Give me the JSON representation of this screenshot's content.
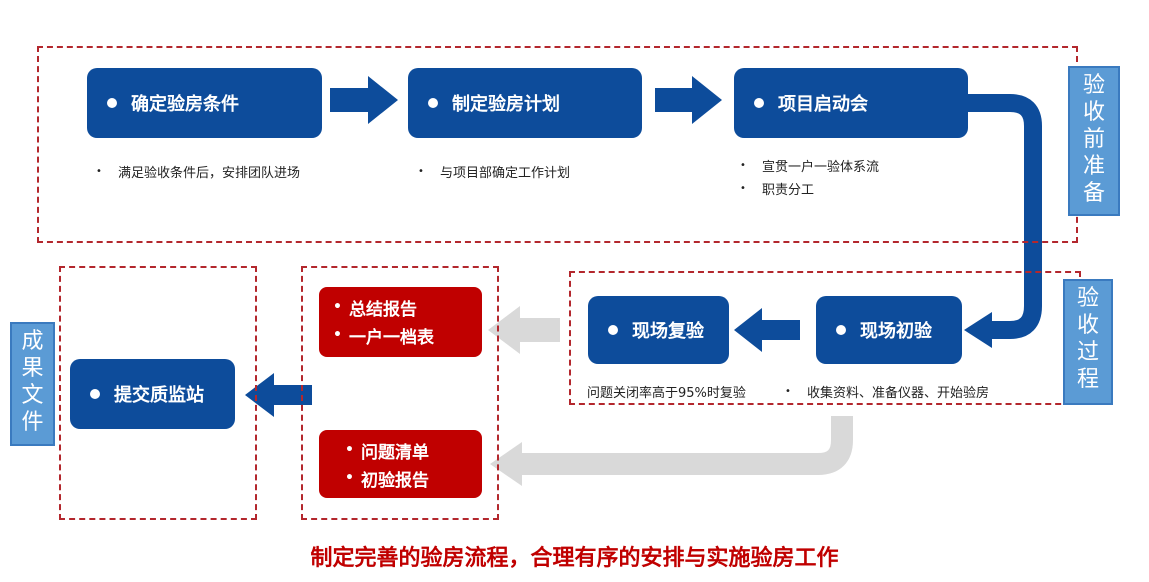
{
  "phases": {
    "pre": [
      "验",
      "收",
      "前",
      "准",
      "备"
    ],
    "process": [
      "验",
      "收",
      "过",
      "程"
    ],
    "result": [
      "成",
      "果",
      "文",
      "件"
    ]
  },
  "steps": {
    "confirm_conditions": "确定验房条件",
    "make_plan": "制定验房计划",
    "kickoff": "项目启动会",
    "initial_inspection": "现场初验",
    "re_inspection": "现场复验",
    "submit": "提交质监站"
  },
  "notes": {
    "confirm_conditions": "满足验收条件后，安排团队进场",
    "make_plan": "与项目部确定工作计划",
    "kickoff_1": "宣贯一户一验体系流",
    "kickoff_2": "职责分工",
    "re_inspection": "问题关闭率高于95%时复验",
    "initial_inspection": "收集资料、准备仪器、开始验房"
  },
  "outputs": {
    "top": [
      "总结报告",
      "一户一档表"
    ],
    "bottom": [
      "问题清单",
      "初验报告"
    ]
  },
  "bullet": "•",
  "footer_title": "制定完善的验房流程，合理有序的安排与实施验房工作",
  "colors": {
    "blue": "#0d4c9b",
    "red": "#c00000",
    "light_blue": "#5b9bd5",
    "gray_arrow": "#d9d9d9",
    "dash_red": "#b3272d"
  }
}
